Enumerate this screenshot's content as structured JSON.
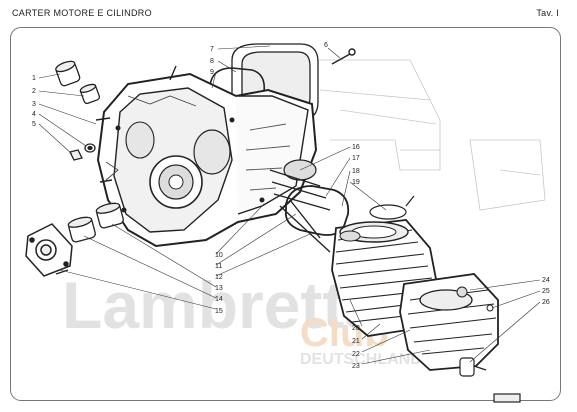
{
  "header": {
    "title": "CARTER MOTORE E CILINDRO",
    "plate": "Tav. I"
  },
  "watermark": {
    "brand": "Lambretta",
    "club": "Club",
    "country": "DEUTSCHLAND E.V."
  },
  "callouts": [
    "1",
    "2",
    "3",
    "4",
    "5",
    "6",
    "7",
    "8",
    "9",
    "10",
    "11",
    "12",
    "13",
    "14",
    "15",
    "16",
    "17",
    "18",
    "19",
    "20",
    "21",
    "22",
    "23",
    "24",
    "25",
    "26"
  ],
  "colors": {
    "line": "#222222",
    "watermark_grey": "#d9d9d9",
    "watermark_orange": "#f4dcc6"
  }
}
